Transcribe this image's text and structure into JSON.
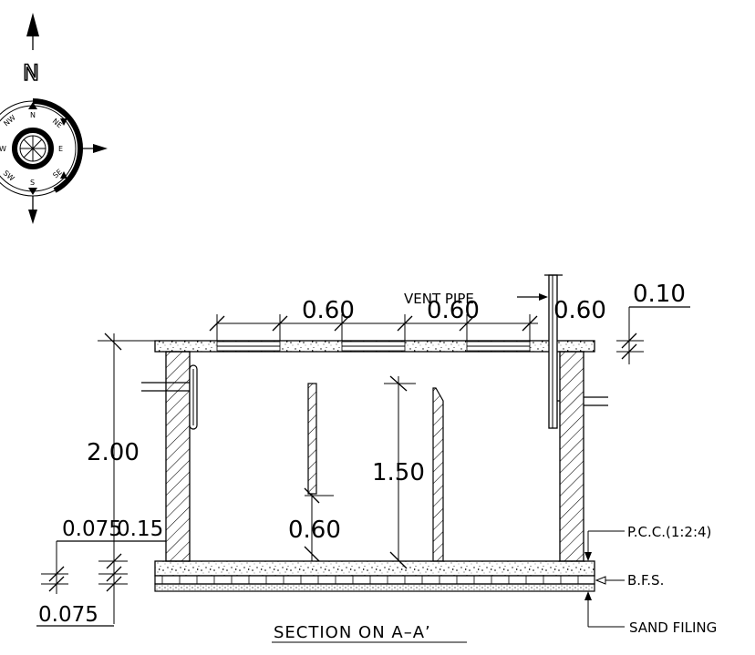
{
  "north_label": "N",
  "compass": {
    "n": "N",
    "ne": "NE",
    "e": "E",
    "se": "SE",
    "s": "S",
    "sw": "SW",
    "w": "W",
    "nw": "NW"
  },
  "dimensions": {
    "top_left_chamber": "0.60",
    "top_mid_chamber": "0.60",
    "top_right_chamber": "0.60",
    "slab_thickness": "0.10",
    "total_height": "2.00",
    "baffle_height": "1.50",
    "baffle_gap": "0.60",
    "wall_thickness": "0.15",
    "bottom_offset_upper": "0.075",
    "bottom_offset_lower": "0.075"
  },
  "labels": {
    "vent_pipe": "VENT PIPE",
    "pcc": "P.C.C.(1:2:4)",
    "bfs": "B.F.S.",
    "sand": "SAND FILING"
  },
  "title": "SECTION ON A–A’"
}
